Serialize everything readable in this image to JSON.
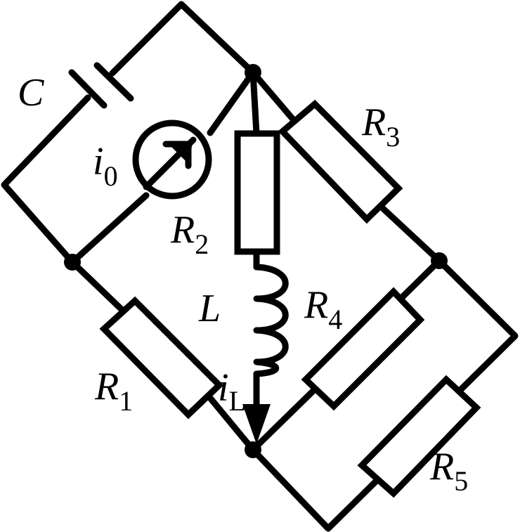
{
  "labels": {
    "C": {
      "main": "C",
      "sub": ""
    },
    "i0": {
      "main": "i",
      "sub": "0"
    },
    "R1": {
      "main": "R",
      "sub": "1"
    },
    "R2": {
      "main": "R",
      "sub": "2"
    },
    "R3": {
      "main": "R",
      "sub": "3"
    },
    "R4": {
      "main": "R",
      "sub": "4"
    },
    "R5": {
      "main": "R",
      "sub": "5"
    },
    "L": {
      "main": "L",
      "sub": ""
    },
    "iL": {
      "main": "i",
      "sub": "L"
    }
  },
  "colors": {
    "ink": "#000000",
    "background": "#ffffff"
  },
  "components": [
    "capacitor",
    "current-source",
    "resistor",
    "resistor",
    "resistor",
    "resistor",
    "resistor",
    "inductor"
  ]
}
